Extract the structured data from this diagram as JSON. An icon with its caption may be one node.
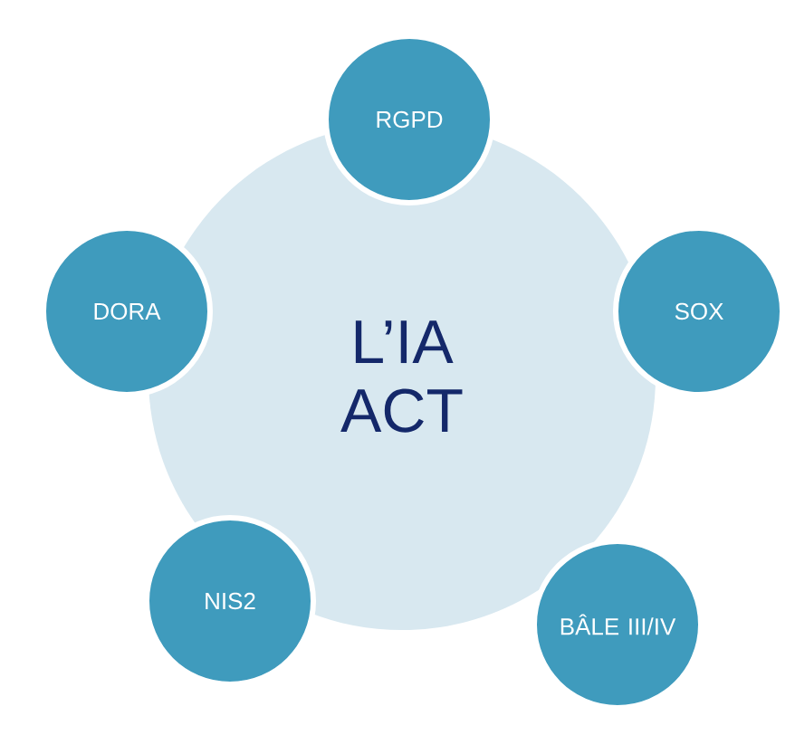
{
  "diagram": {
    "nodes": [
      {
        "text": [
          "L’IA ACT"
        ]
      },
      {
        "text": [
          "RGPD"
        ]
      },
      {
        "text": [
          "DORA"
        ]
      },
      {
        "text": [
          "SOX"
        ]
      },
      {
        "text": [
          "NIS2"
        ]
      },
      {
        "text": [
          "BÂLE III/IV"
        ]
      }
    ]
  }
}
